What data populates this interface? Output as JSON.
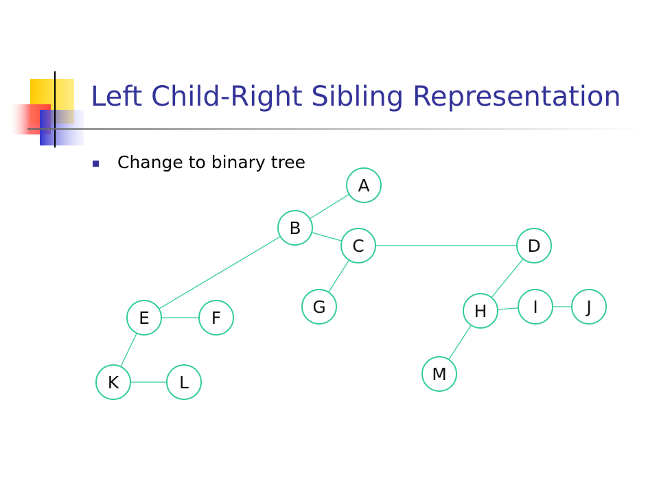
{
  "slide": {
    "title": "Left Child-Right Sibling Representation",
    "bullet": "Change to binary tree"
  },
  "colors": {
    "title": "#333399",
    "edge": "#33cc99",
    "node_stroke": "#33cc99",
    "deco_yellow": "#ffcc00",
    "deco_red": "#ff3333",
    "deco_blue": "#3333cc"
  },
  "tree": {
    "nodes": [
      {
        "id": "A",
        "label": "A"
      },
      {
        "id": "B",
        "label": "B"
      },
      {
        "id": "C",
        "label": "C"
      },
      {
        "id": "D",
        "label": "D"
      },
      {
        "id": "E",
        "label": "E"
      },
      {
        "id": "F",
        "label": "F"
      },
      {
        "id": "G",
        "label": "G"
      },
      {
        "id": "H",
        "label": "H"
      },
      {
        "id": "I",
        "label": "I"
      },
      {
        "id": "J",
        "label": "J"
      },
      {
        "id": "K",
        "label": "K"
      },
      {
        "id": "L",
        "label": "L"
      },
      {
        "id": "M",
        "label": "M"
      }
    ],
    "edges": [
      {
        "from": "A",
        "to": "B"
      },
      {
        "from": "B",
        "to": "C"
      },
      {
        "from": "C",
        "to": "D"
      },
      {
        "from": "B",
        "to": "E"
      },
      {
        "from": "E",
        "to": "F"
      },
      {
        "from": "C",
        "to": "G"
      },
      {
        "from": "D",
        "to": "H"
      },
      {
        "from": "H",
        "to": "I"
      },
      {
        "from": "I",
        "to": "J"
      },
      {
        "from": "E",
        "to": "K"
      },
      {
        "from": "K",
        "to": "L"
      },
      {
        "from": "H",
        "to": "M"
      }
    ]
  }
}
